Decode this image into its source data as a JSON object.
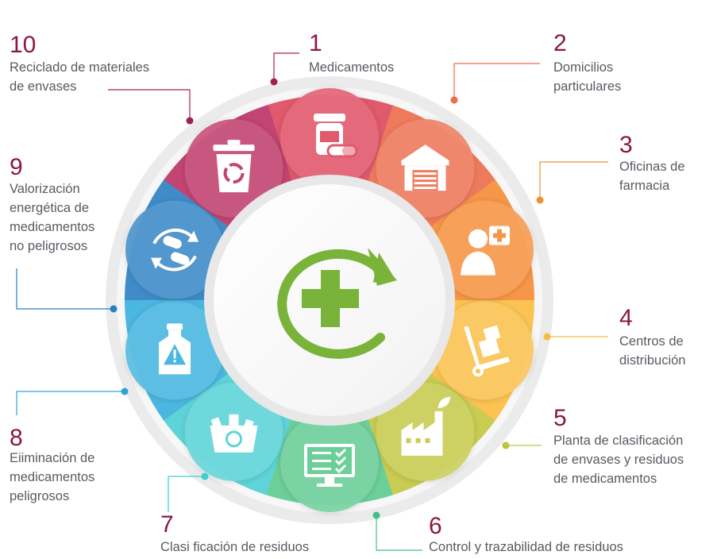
{
  "colors": {
    "number": "#8a1648",
    "text": "#565b62",
    "ring_outer": "#e6e6e6",
    "center_icon": "#7ab33a"
  },
  "center_icon": "green-cross-recycle-arrow-icon",
  "steps": [
    {
      "number": "1",
      "lines": [
        "Medicamentos"
      ],
      "color": "#e0596d",
      "icon": "pill-bottle-capsule-icon"
    },
    {
      "number": "2",
      "lines": [
        "Domicilios",
        "particulares"
      ],
      "color": "#ee7a5d",
      "icon": "house-warehouse-icon"
    },
    {
      "number": "3",
      "lines": [
        "Oficinas de",
        "farmacia"
      ],
      "color": "#f59648",
      "icon": "pharmacist-icon"
    },
    {
      "number": "4",
      "lines": [
        "Centros de",
        "distribución"
      ],
      "color": "#fbc352",
      "icon": "hand-truck-icon"
    },
    {
      "number": "5",
      "lines": [
        "Planta de clasificación",
        "de envases y residuos",
        "de medicamentos"
      ],
      "color": "#c8cc52",
      "icon": "factory-plant-icon"
    },
    {
      "number": "6",
      "lines": [
        "Control y trazabilidad de residuos"
      ],
      "color": "#6ccf9a",
      "icon": "monitor-checklist-icon"
    },
    {
      "number": "7",
      "lines": [
        "Clasi ficación de residuos"
      ],
      "color": "#5fd4d8",
      "icon": "recycling-bin-icon"
    },
    {
      "number": "8",
      "lines": [
        "Eiiminación de",
        "medicamentos",
        "peligrosos"
      ],
      "color": "#4bb7e0",
      "icon": "hazard-bottle-icon"
    },
    {
      "number": "9",
      "lines": [
        "Valorización",
        "energética de",
        "medicamentos",
        "no peligrosos"
      ],
      "color": "#3f8cc8",
      "icon": "capsules-recycle-icon"
    },
    {
      "number": "10",
      "lines": [
        "Reciclado de materiales",
        "de envases"
      ],
      "color": "#c24472",
      "icon": "trash-can-recycle-icon"
    }
  ]
}
